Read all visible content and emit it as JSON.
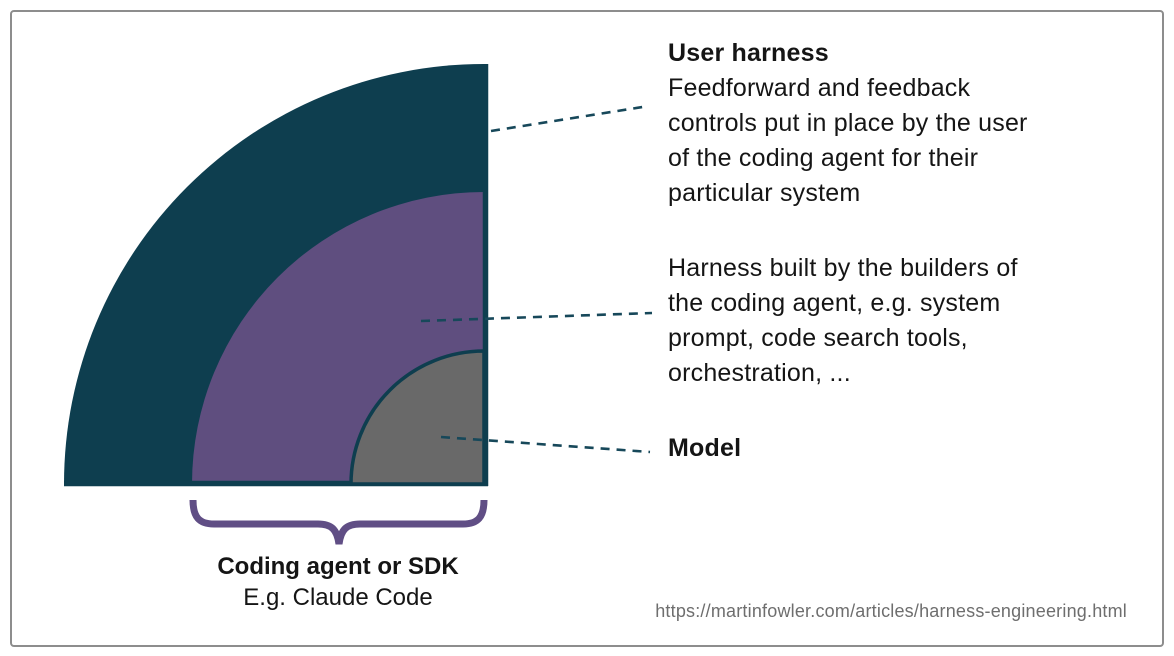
{
  "page": {
    "background": "#ffffff",
    "frame_border_color": "#8d8d8d"
  },
  "diagram": {
    "rings": [
      {
        "name": "User harness",
        "color": "#0e3e4f"
      },
      {
        "name": "Builder harness",
        "color": "#5f4e7f"
      },
      {
        "name": "Model",
        "color": "#696969"
      }
    ],
    "connector_color": "#17485a",
    "brace_color": "#604e85"
  },
  "annotations": {
    "user_harness": {
      "title": "User harness",
      "line1": "Feedforward and feedback",
      "line2": "controls put in place by the user",
      "line3": "of the coding agent for their",
      "line4": "particular system"
    },
    "builder_harness": {
      "line1": "Harness built by the builders of",
      "line2": "the coding agent, e.g. system",
      "line3": "prompt, code search tools,",
      "line4": "orchestration, ..."
    },
    "model": {
      "title": "Model"
    }
  },
  "brace_label": {
    "title": "Coding agent or SDK",
    "subtitle": "E.g. Claude Code"
  },
  "source_url": "https://martinfowler.com/articles/harness-engineering.html"
}
